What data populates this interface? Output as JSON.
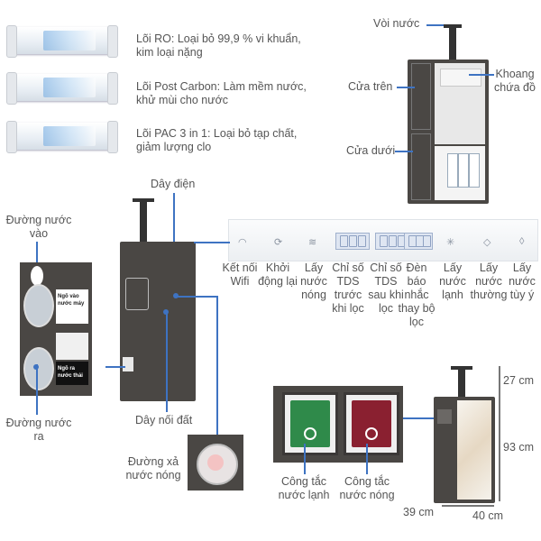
{
  "filters": [
    {
      "label": "Lõi RO: Loại bỏ 99,9 % vi khuẩn, kim loại nặng"
    },
    {
      "label": "Lõi Post Carbon: Làm mềm nước, khử mùi cho nước"
    },
    {
      "label": "Lõi PAC 3 in 1: Loại bỏ tạp chất, giảm lượng clo"
    }
  ],
  "front": {
    "faucet": "Vòi nước",
    "top_door": "Cửa trên",
    "bottom_door": "Cửa dưới",
    "storage": "Khoang chứa đồ"
  },
  "back": {
    "power_cord": "Dây điện",
    "water_in": "Đường nước vào",
    "water_out": "Đường nước ra",
    "ground_wire": "Dây nối đất",
    "hot_drain": "Đường xả nước nóng",
    "inlet_tag": "Ngõ vào nước máy",
    "outlet_tag": "Ngõ ra nước thải"
  },
  "panel": [
    {
      "label": "Kết nối Wifi"
    },
    {
      "label": "Khởi động lại"
    },
    {
      "label": "Lấy nước nóng"
    },
    {
      "label": "Chỉ số TDS trước khi lọc"
    },
    {
      "label": "Chỉ số TDS sau khi lọc"
    },
    {
      "label": "Đèn báo nhắc thay bộ lọc"
    },
    {
      "label": "Lấy nước lạnh"
    },
    {
      "label": "Lấy nước thường"
    },
    {
      "label": "Lấy nước tùy ý"
    }
  ],
  "switches": {
    "cold": "Công tắc nước lạnh",
    "hot": "Công tắc nước nóng",
    "cold_color": "#2f8a4a",
    "hot_color": "#8a2030"
  },
  "dimensions": {
    "height_top": "27 cm",
    "height_body": "93 cm",
    "depth": "39 cm",
    "width": "40 cm"
  },
  "colors": {
    "callout_line": "#3e73c2",
    "machine_body": "#4a4744"
  }
}
